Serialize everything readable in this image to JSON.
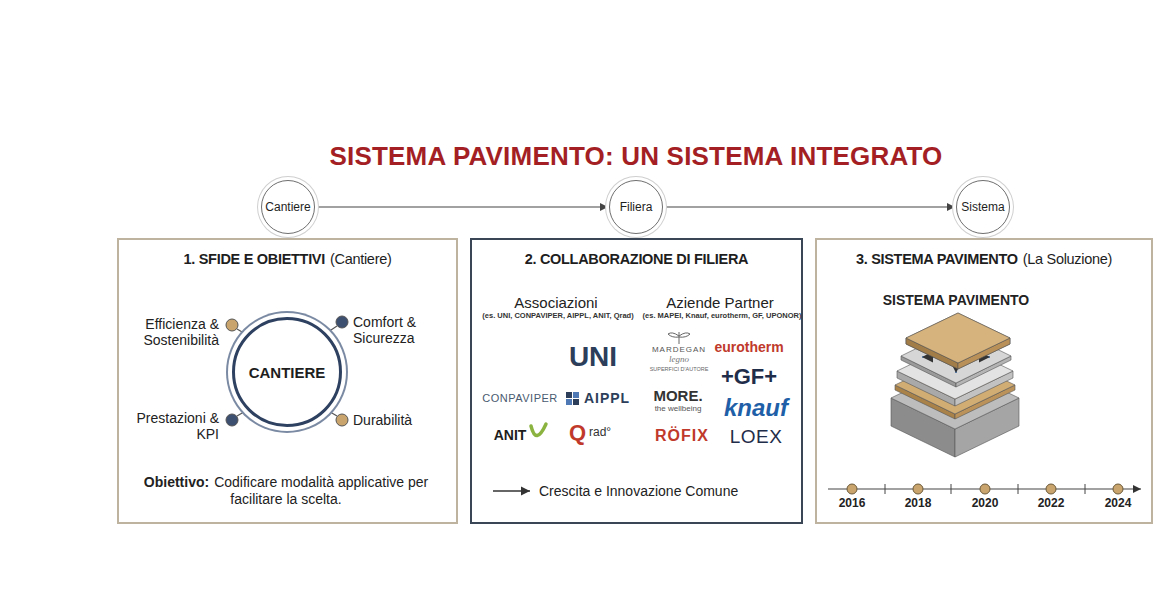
{
  "diagram": {
    "title": "SISTEMA PAVIMENTO: UN SISTEMA INTEGRATO",
    "nodes": [
      {
        "text": [
          "Cantiere"
        ]
      },
      {
        "text": [
          "Filiera"
        ]
      },
      {
        "text": [
          "Sistema"
        ]
      },
      {
        "text": [
          "1. SFIDE E OBIETTIVI",
          "(Cantiere)"
        ]
      },
      {
        "text": [
          "CANTIERE"
        ],
        "in": 3
      },
      {
        "text": [
          "2. COLLABORAZIONE DI FILIERA"
        ]
      },
      {
        "text": [
          "3. SISTEMA PAVIMENTO",
          "(La Soluzione)"
        ]
      }
    ],
    "edges": [
      {
        "from": 0,
        "to": 1,
        "arrow": "to"
      },
      {
        "from": 1,
        "to": 2,
        "arrow": "to"
      },
      {
        "from": 2,
        "to": 6,
        "arrow": "none"
      }
    ],
    "labels": [
      "Efficienza & Sostenibilità",
      "Comfort & Sicurezza",
      "Prestazioni & KPI",
      "Durabilità",
      "Obiettivo:",
      "Codificare modalità applicative per facilitare la scelta.",
      "Associazioni",
      "(es. UNI, CONPAVIPER, AIPPL, ANIT, Qrad)",
      "Aziende Partner",
      "(es. MAPEI, Knauf, eurotherm, GF, UPONOR)",
      "UNI",
      "CONPAVIPER",
      "AIPPL",
      "ANIT",
      "Q",
      "rad°",
      "MARDEGAN",
      "legno",
      "SUPERFICI D'AUTORE",
      "eurotherm",
      "+GF+",
      "MORE.",
      "the wellbeing",
      "knauf",
      "RÖFIX",
      "LOEX",
      "Crescita e Innovazione Comune",
      "SISTEMA PAVIMENTO",
      "2016",
      "2018",
      "2020",
      "2022",
      "2024"
    ]
  }
}
